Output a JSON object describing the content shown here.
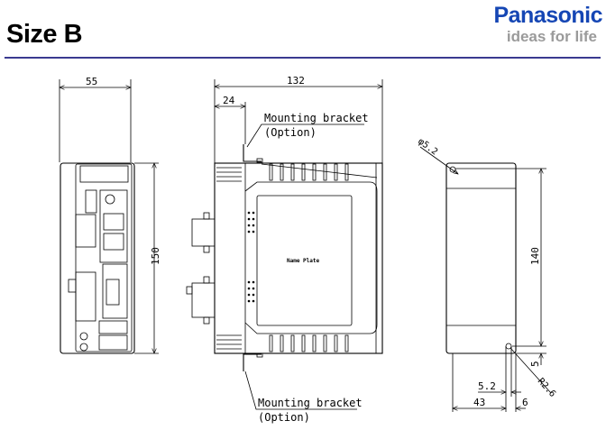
{
  "header": {
    "title": "Size B"
  },
  "logo": {
    "brand": "Panasonic",
    "tagline": "ideas for life",
    "brand_color": "#1546b4"
  },
  "front_view": {
    "width_dim": "55",
    "height_dim": "150"
  },
  "side_view": {
    "depth_dim": "132",
    "bracket_offset_dim": "24",
    "top_bracket_label": "Mounting bracket",
    "top_bracket_sub": "(Option)",
    "bottom_bracket_label": "Mounting bracket",
    "bottom_bracket_sub": "(Option)",
    "name_plate": "Name Plate"
  },
  "rear_view": {
    "hole_dim": "φ5.2",
    "hole_pitch_dim": "140",
    "bottom_offset_dim": "5",
    "slot_width_dim": "5.2",
    "slot_radius_dim": "R2.6",
    "hole_x_dim": "43",
    "edge_dim": "6"
  }
}
